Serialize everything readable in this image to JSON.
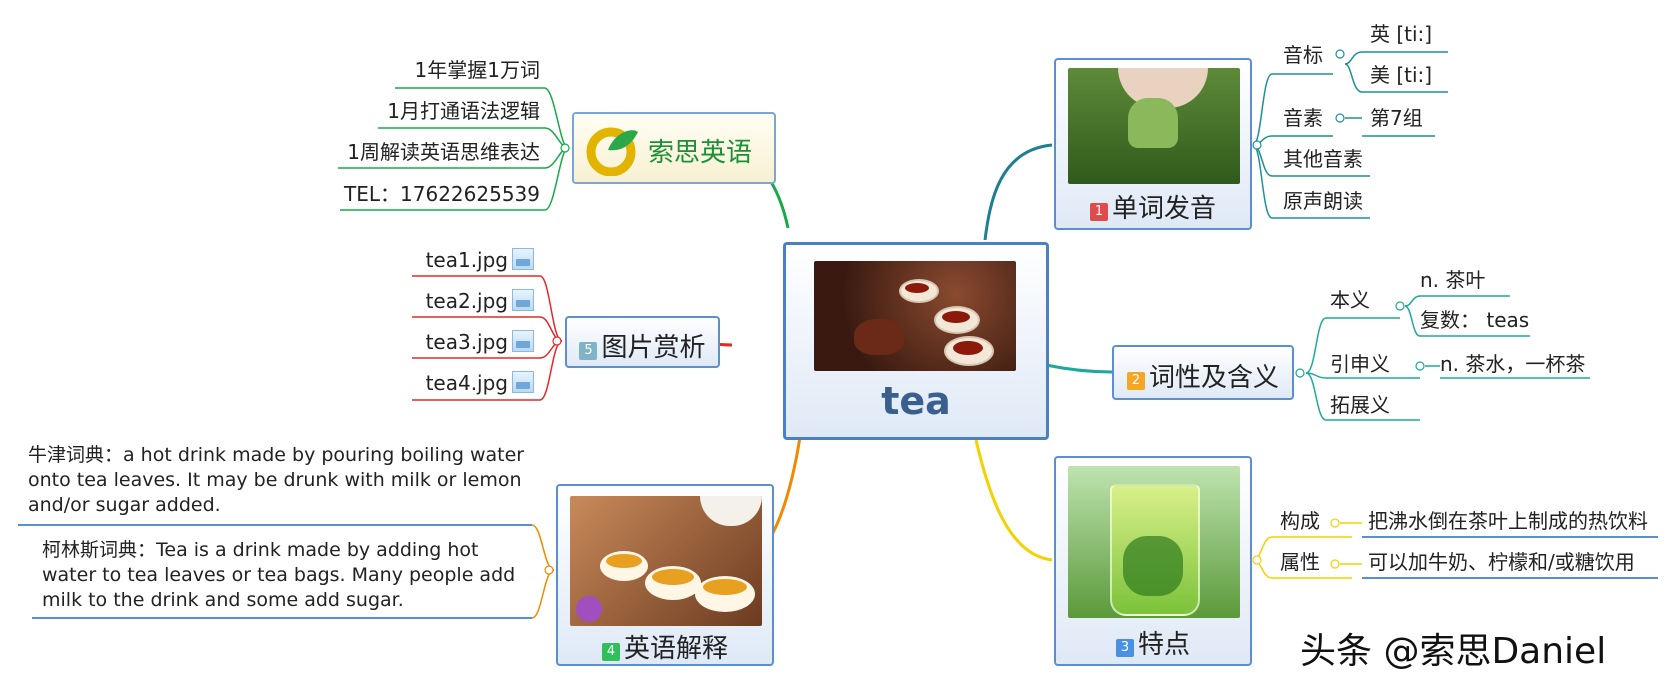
{
  "center": {
    "title": "tea"
  },
  "brand": {
    "name": "索思英语",
    "items": [
      "1年掌握1万词",
      "1月打通语法逻辑",
      "1周解读英语思维表达",
      "TEL：17622625539"
    ]
  },
  "pictures": {
    "badge": "5",
    "label": "图片赏析",
    "files": [
      "tea1.jpg",
      "tea2.jpg",
      "tea3.jpg",
      "tea4.jpg"
    ]
  },
  "definitions": {
    "badge": "4",
    "label": "英语解释",
    "oxford": "牛津词典：a hot drink made by pouring boiling water onto tea leaves. It may be drunk with milk or lemon and/or sugar added.",
    "collins": "柯林斯词典：Tea is a drink made by adding hot water to tea leaves or tea bags. Many people add milk to the drink and some add sugar."
  },
  "pronunciation": {
    "badge": "1",
    "label": "单词发音",
    "phonetic": "音标",
    "uk": "英 [ti:]",
    "us": "美 [ti:]",
    "phoneme": "音素",
    "group": "第7组",
    "other": "其他音素",
    "reading": "原声朗读"
  },
  "meaning": {
    "badge": "2",
    "label": "词性及含义",
    "basic": "本义",
    "basic_1": "n. 茶叶",
    "basic_2": "复数： teas",
    "extended": "引申义",
    "extended_1": "n. 茶水，一杯茶",
    "expanded": "拓展义"
  },
  "features": {
    "badge": "3",
    "label": "特点",
    "composition": "构成",
    "composition_val": "把沸水倒在茶叶上制成的热饮料",
    "attribute": "属性",
    "attribute_val": "可以加牛奶、柠檬和/或糖饮用"
  },
  "watermark": "头条 @索思Daniel",
  "colors": {
    "node_border": "#5b8fcf",
    "badge_red": "#e04b4b",
    "badge_orange": "#f5a623",
    "badge_blue": "#4a90e2",
    "badge_green": "#2fbf5b",
    "badge_teal": "#7fb3c6",
    "branch_green": "#19a84a",
    "branch_teal": "#1f8f9a",
    "branch_red": "#e02a2a",
    "branch_orange": "#f08a00",
    "branch_yellow": "#f2d200"
  }
}
